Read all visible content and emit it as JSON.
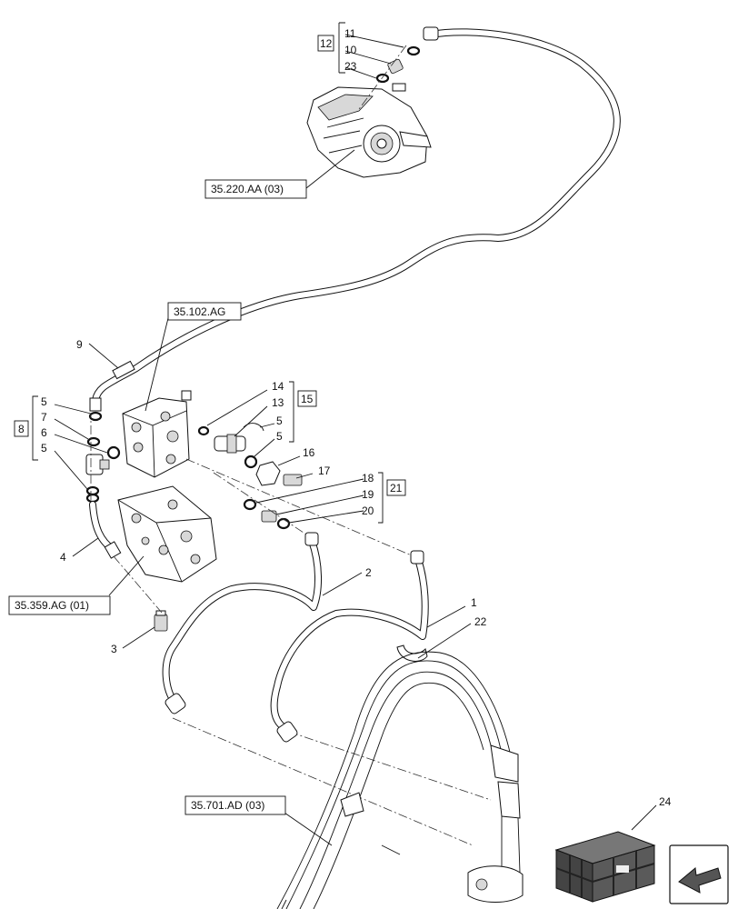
{
  "callouts": {
    "c1": "1",
    "c2": "2",
    "c3": "3",
    "c4": "4",
    "c5a": "5",
    "c5b": "5",
    "c5c": "5",
    "c5d": "5",
    "c6": "6",
    "c7": "7",
    "c8": "8",
    "c9": "9",
    "c10": "10",
    "c11": "11",
    "c12": "12",
    "c13": "13",
    "c14": "14",
    "c15": "15",
    "c16": "16",
    "c17": "17",
    "c18": "18",
    "c19": "19",
    "c20": "20",
    "c21": "21",
    "c22": "22",
    "c23": "23",
    "c24": "24"
  },
  "refs": {
    "pump": "35.220.AA (03)",
    "valve_top": "35.102.AG",
    "valve_bottom": "35.359.AG (01)",
    "loader": "35.701.AD (03)"
  },
  "icons": {
    "kit_box": "kit-box-icon",
    "nav_arrow": "navigation-arrow-icon"
  }
}
